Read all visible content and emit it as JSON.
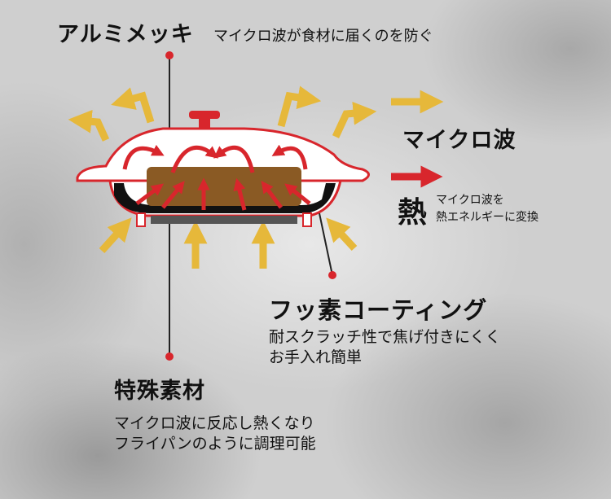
{
  "aluminum": {
    "title": "アルミメッキ",
    "desc": "マイクロ波が食材に届くのを防ぐ"
  },
  "microwave": {
    "label": "マイクロ波"
  },
  "heat": {
    "label": "熱",
    "desc_lines": [
      "マイクロ波を",
      "熱エネルギーに変換"
    ]
  },
  "fluorine": {
    "title": "フッ素コーティング",
    "desc_lines": [
      "耐スクラッチ性で焦げ付きにくく",
      "お手入れ簡単"
    ]
  },
  "special": {
    "title": "特殊素材",
    "desc_lines": [
      "マイクロ波に反応し熱くなり",
      "フライパンのように調理可能"
    ]
  },
  "colors": {
    "yellow": "#e6b83a",
    "red": "#d8262c",
    "brown": "#8a5a24"
  }
}
